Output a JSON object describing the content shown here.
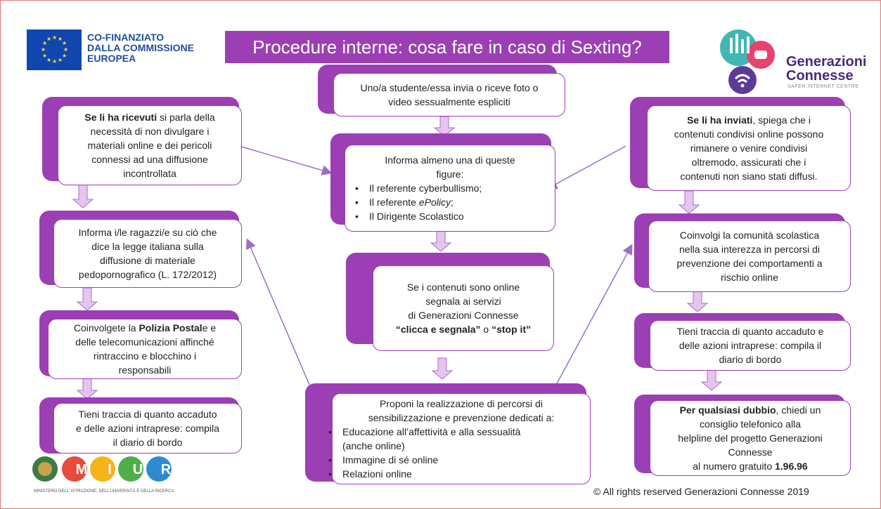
{
  "title": "Procedure interne: cosa fare in caso di Sexting?",
  "eu": {
    "line1": "CO-FINANZIATO",
    "line2": "DALLA COMMISSIONE",
    "line3": "EUROPEA"
  },
  "brand": {
    "line1": "Generazioni",
    "line2": "Connesse",
    "sub": "SAFER INTERNET CENTRE"
  },
  "miur_footer": "MINISTERO DELL' ISTRUZIONE, DELL'UNIVERSITÀ E DELLA RICERCA",
  "miur_letters": [
    "M",
    "I",
    "U",
    "R"
  ],
  "copyright": "© All rights reserved Generazioni Connesse  2019",
  "colors": {
    "accent": "#9c3fb5",
    "arrow": "#c98fe0",
    "eu_blue": "#0f47af"
  },
  "center": {
    "start": {
      "text1": "Uno/a studente/essa  invia o riceve foto o",
      "text2": "video sessualmente espliciti"
    },
    "inform": {
      "intro1": "Informa almeno una di queste",
      "intro2": "figure:",
      "item1": "Il referente cyberbullismo;",
      "item2_pre": "Il referente ",
      "item2_em": "ePolicy",
      "item2_post": ";",
      "item3": "Il Dirigente Scolastico"
    },
    "report": {
      "l1": "Se i contenuti sono online",
      "l2": "segnala ai servizi",
      "l3": "di  Generazioni Connesse",
      "b1": "“clicca e segnala”",
      "mid": " o ",
      "b2": "“stop it”"
    },
    "propose": {
      "l1": "Proponi la realizzazione di percorsi di",
      "l2": "sensibilizzazione  e prevenzione dedicati a:",
      "i1a": "Educazione all’affettività e alla sessualità",
      "i1b": "(anche online)",
      "i2": "Immagine di sé online",
      "i3": "Relazioni online"
    }
  },
  "left": {
    "received": {
      "bold": "Se li ha ricevuti",
      "rest1": " si parla della",
      "l2": "necessità di non divulgare i",
      "l3": "materiali online e dei pericoli",
      "l4": "connessi ad una diffusione",
      "l5": "incontrollata"
    },
    "law": {
      "l1": "Informa i/le ragazzi/e su ciò che",
      "l2": "dice la legge italiana sulla",
      "l3": "diffusione di materiale",
      "l4": "pedopornografico (L. 172/2012)"
    },
    "police": {
      "pre": "Coinvolgete la ",
      "bold": "Polizia Postal",
      "post": "e e",
      "l2": "delle telecomunicazioni affinché",
      "l3": "rintraccino e blocchino i",
      "l4": "responsabili"
    },
    "track": {
      "l1": "Tieni traccia di quanto accaduto",
      "l2": "e delle azioni intraprese: compila",
      "l3": "il diario di bordo"
    }
  },
  "right": {
    "sent": {
      "bold": "Se li ha inviati",
      "rest1": ", spiega che i",
      "l2": "contenuti condivisi online possono",
      "l3": "rimanere o venire condivisi",
      "l4": "oltremodo, assicurati che i",
      "l5": "contenuti non siano stati diffusi."
    },
    "community": {
      "l1": "Coinvolgi la comunità scolastica",
      "l2": "nella sua interezza in percorsi di",
      "l3": "prevenzione dei comportamenti a",
      "l4": "rischio online"
    },
    "track": {
      "l1": "Tieni traccia di quanto accaduto e",
      "l2": "delle azioni intraprese: compila il",
      "l3": "diario di bordo"
    },
    "helpline": {
      "bold1": "Per qualsiasi dubbio",
      "rest1": ", chiedi un",
      "l2": "consiglio telefonico alla",
      "l3": "helpline  del progetto Generazioni",
      "l4": "Connesse",
      "l5pre": "al numero gratuito ",
      "l5bold": "1.96.96"
    }
  }
}
